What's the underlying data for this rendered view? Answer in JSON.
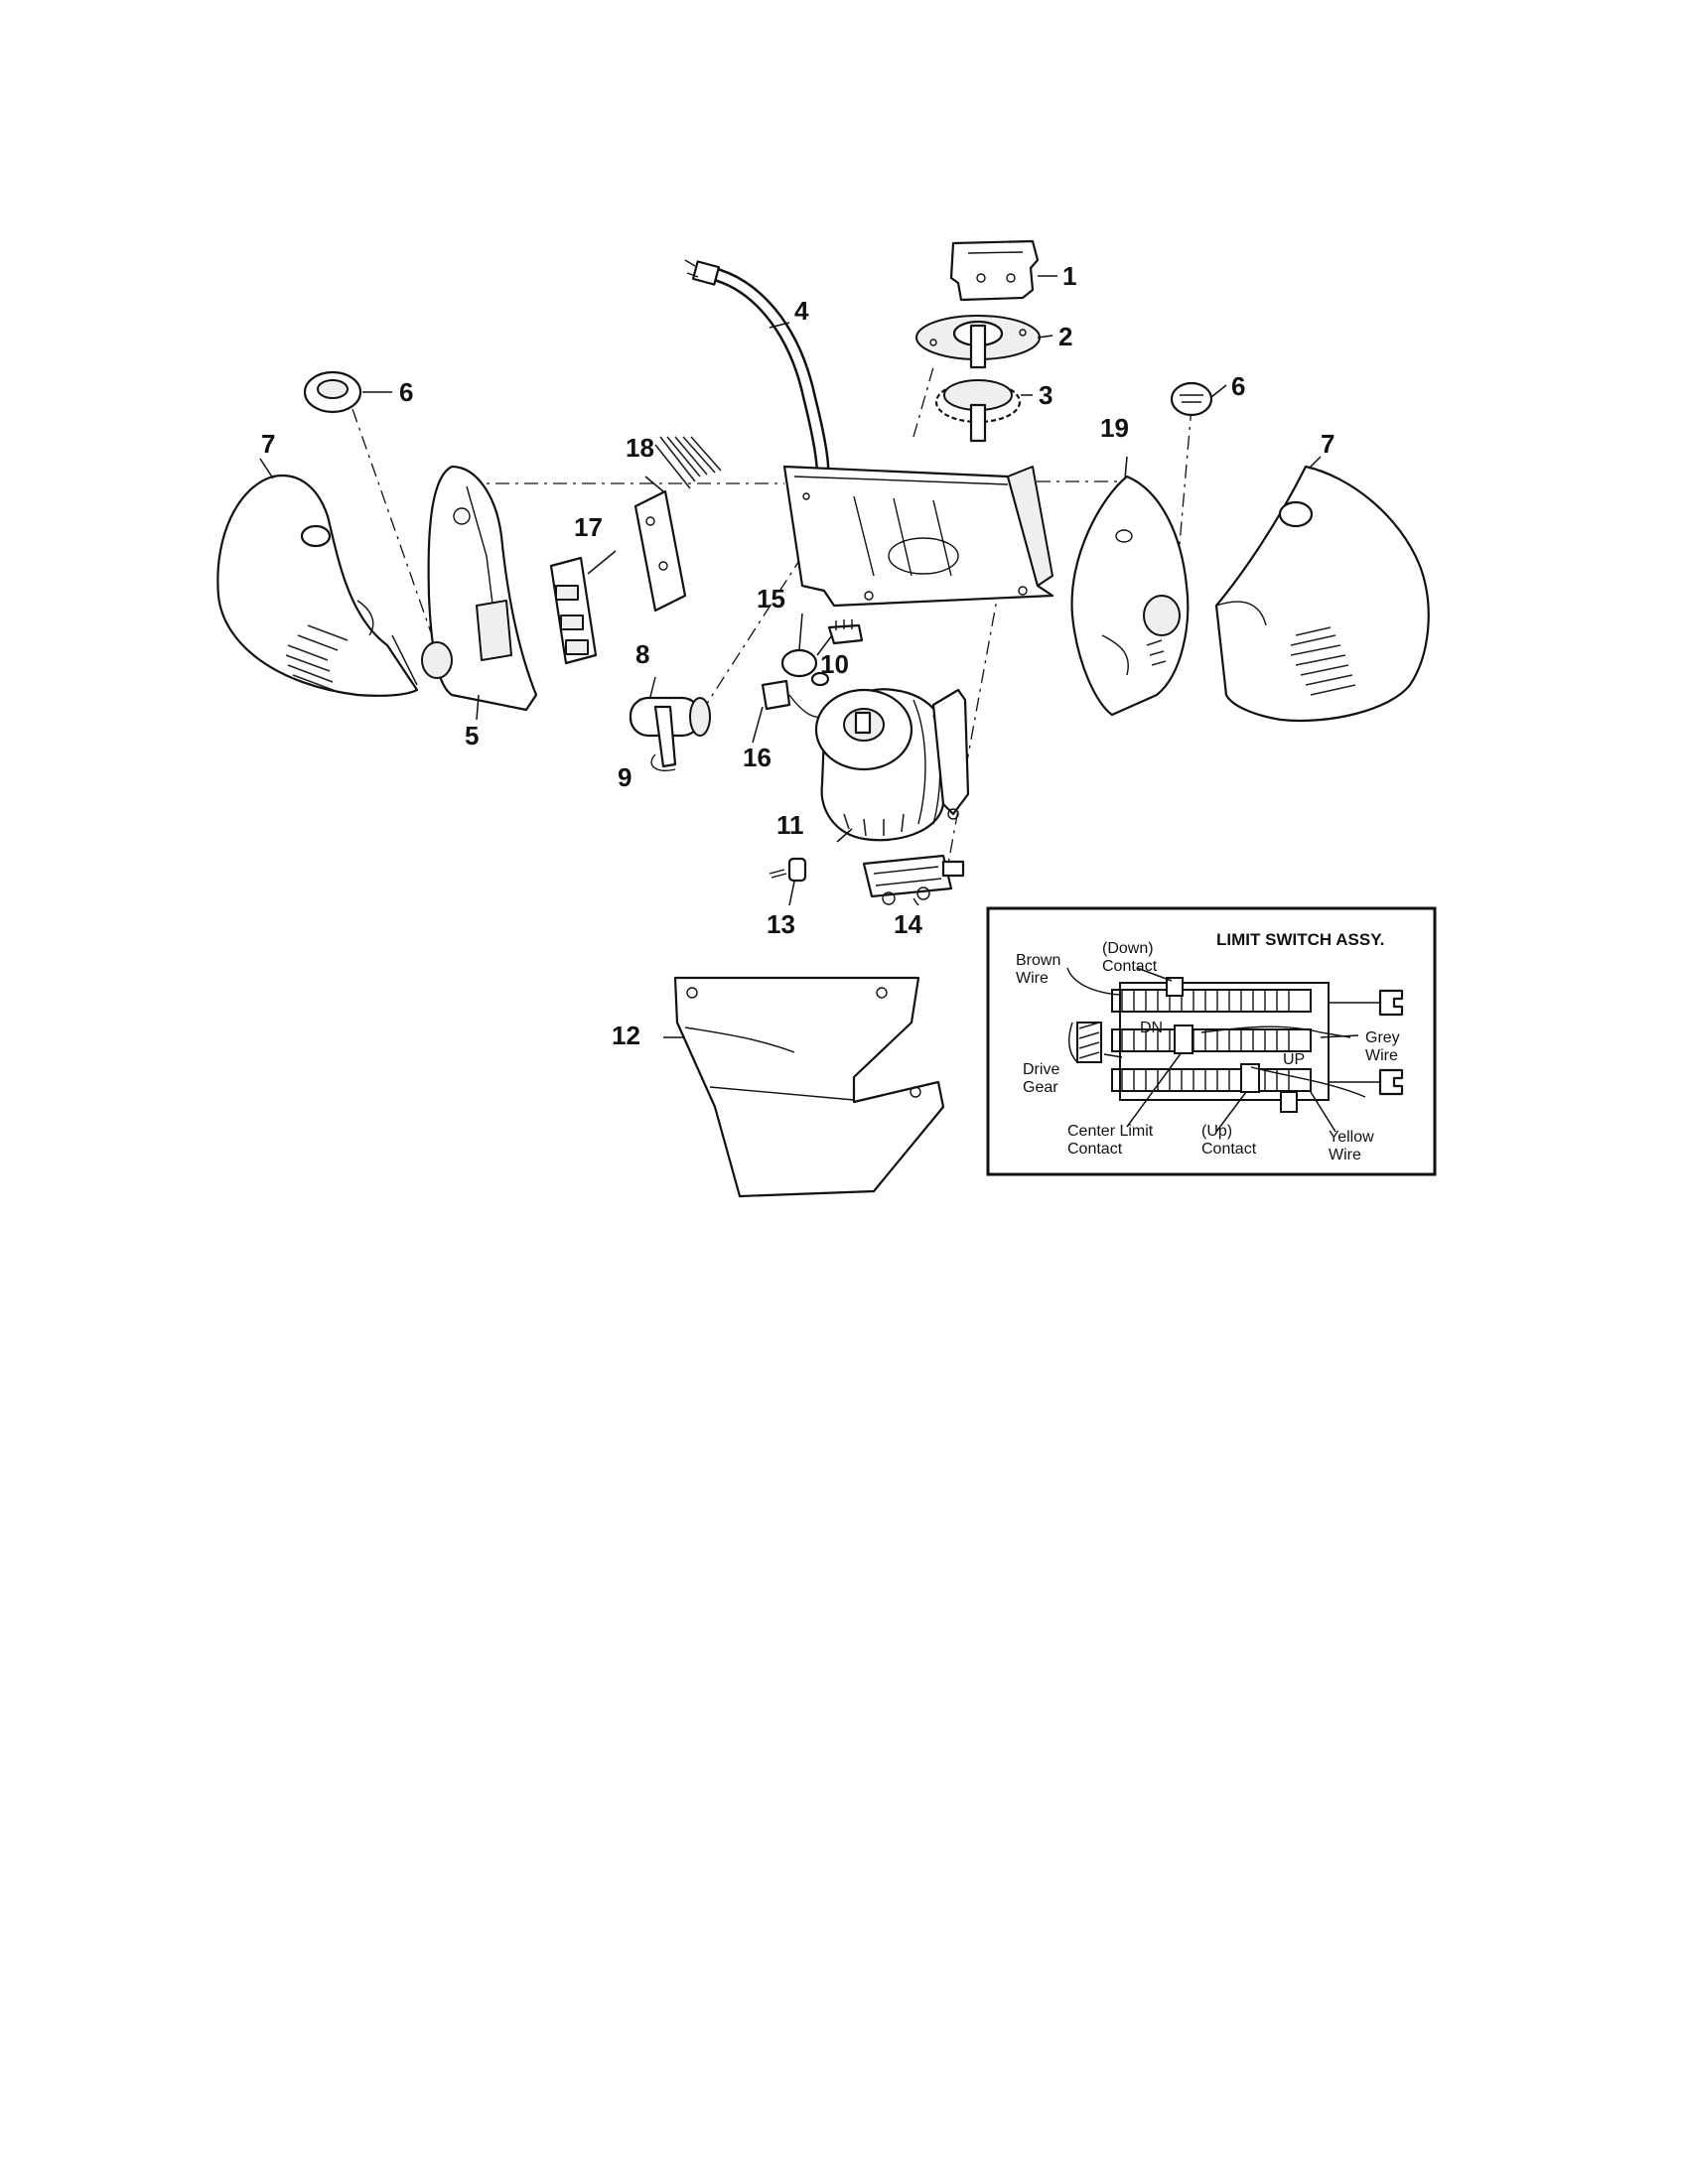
{
  "callouts": {
    "p1": "1",
    "p2": "2",
    "p3": "3",
    "p4": "4",
    "p5": "5",
    "p6a": "6",
    "p6b": "6",
    "p7a": "7",
    "p7b": "7",
    "p8": "8",
    "p9": "9",
    "p10": "10",
    "p11": "11",
    "p12": "12",
    "p13": "13",
    "p14": "14",
    "p15": "15",
    "p16": "16",
    "p17": "17",
    "p18": "18",
    "p19": "19"
  },
  "inset": {
    "title": "LIMIT SWITCH ASSY.",
    "down_contact_1": "(Down)",
    "down_contact_2": "Contact",
    "brown_wire_1": "Brown",
    "brown_wire_2": "Wire",
    "grey_wire_1": "Grey",
    "grey_wire_2": "Wire",
    "drive_gear_1": "Drive",
    "drive_gear_2": "Gear",
    "center_limit_1": "Center Limit",
    "center_limit_2": "Contact",
    "up_contact_1": "(Up)",
    "up_contact_2": "Contact",
    "yellow_wire_1": "Yellow",
    "yellow_wire_2": "Wire",
    "dn_mark": "DN",
    "up_mark": "UP"
  }
}
